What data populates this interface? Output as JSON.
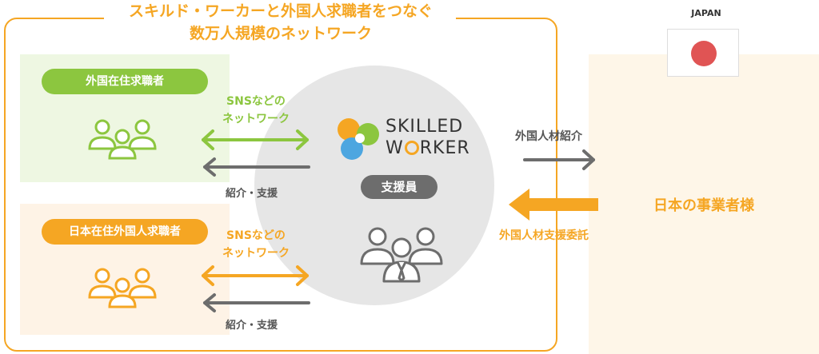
{
  "title": {
    "line1": "スキルド・ワーカーと外国人求職者をつなぐ",
    "line2": "数万人規模のネットワーク"
  },
  "left_groups": [
    {
      "pill": "外国在住求職者",
      "channel_line1": "SNSなどの",
      "channel_line2": "ネットワーク",
      "return_label": "紹介・支援",
      "color": "#8cc63f"
    },
    {
      "pill": "日本在住外国人求職者",
      "channel_line1": "SNSなどの",
      "channel_line2": "ネットワーク",
      "return_label": "紹介・支援",
      "color": "#f5a623"
    }
  ],
  "center": {
    "logo_line1": "SKILLED",
    "logo_line2_a": "W",
    "logo_line2_b": "RKER",
    "staff_pill": "支援員"
  },
  "right": {
    "country": "JAPAN",
    "flag_icon": "japan-flag-icon",
    "intro_label": "外国人材紹介",
    "client_label": "日本の事業者様",
    "consign_label": "外国人材支援委託"
  },
  "colors": {
    "green": "#8cc63f",
    "orange": "#f5a623",
    "gray": "#6d6d6d",
    "light_gray": "#e6e6e6"
  }
}
